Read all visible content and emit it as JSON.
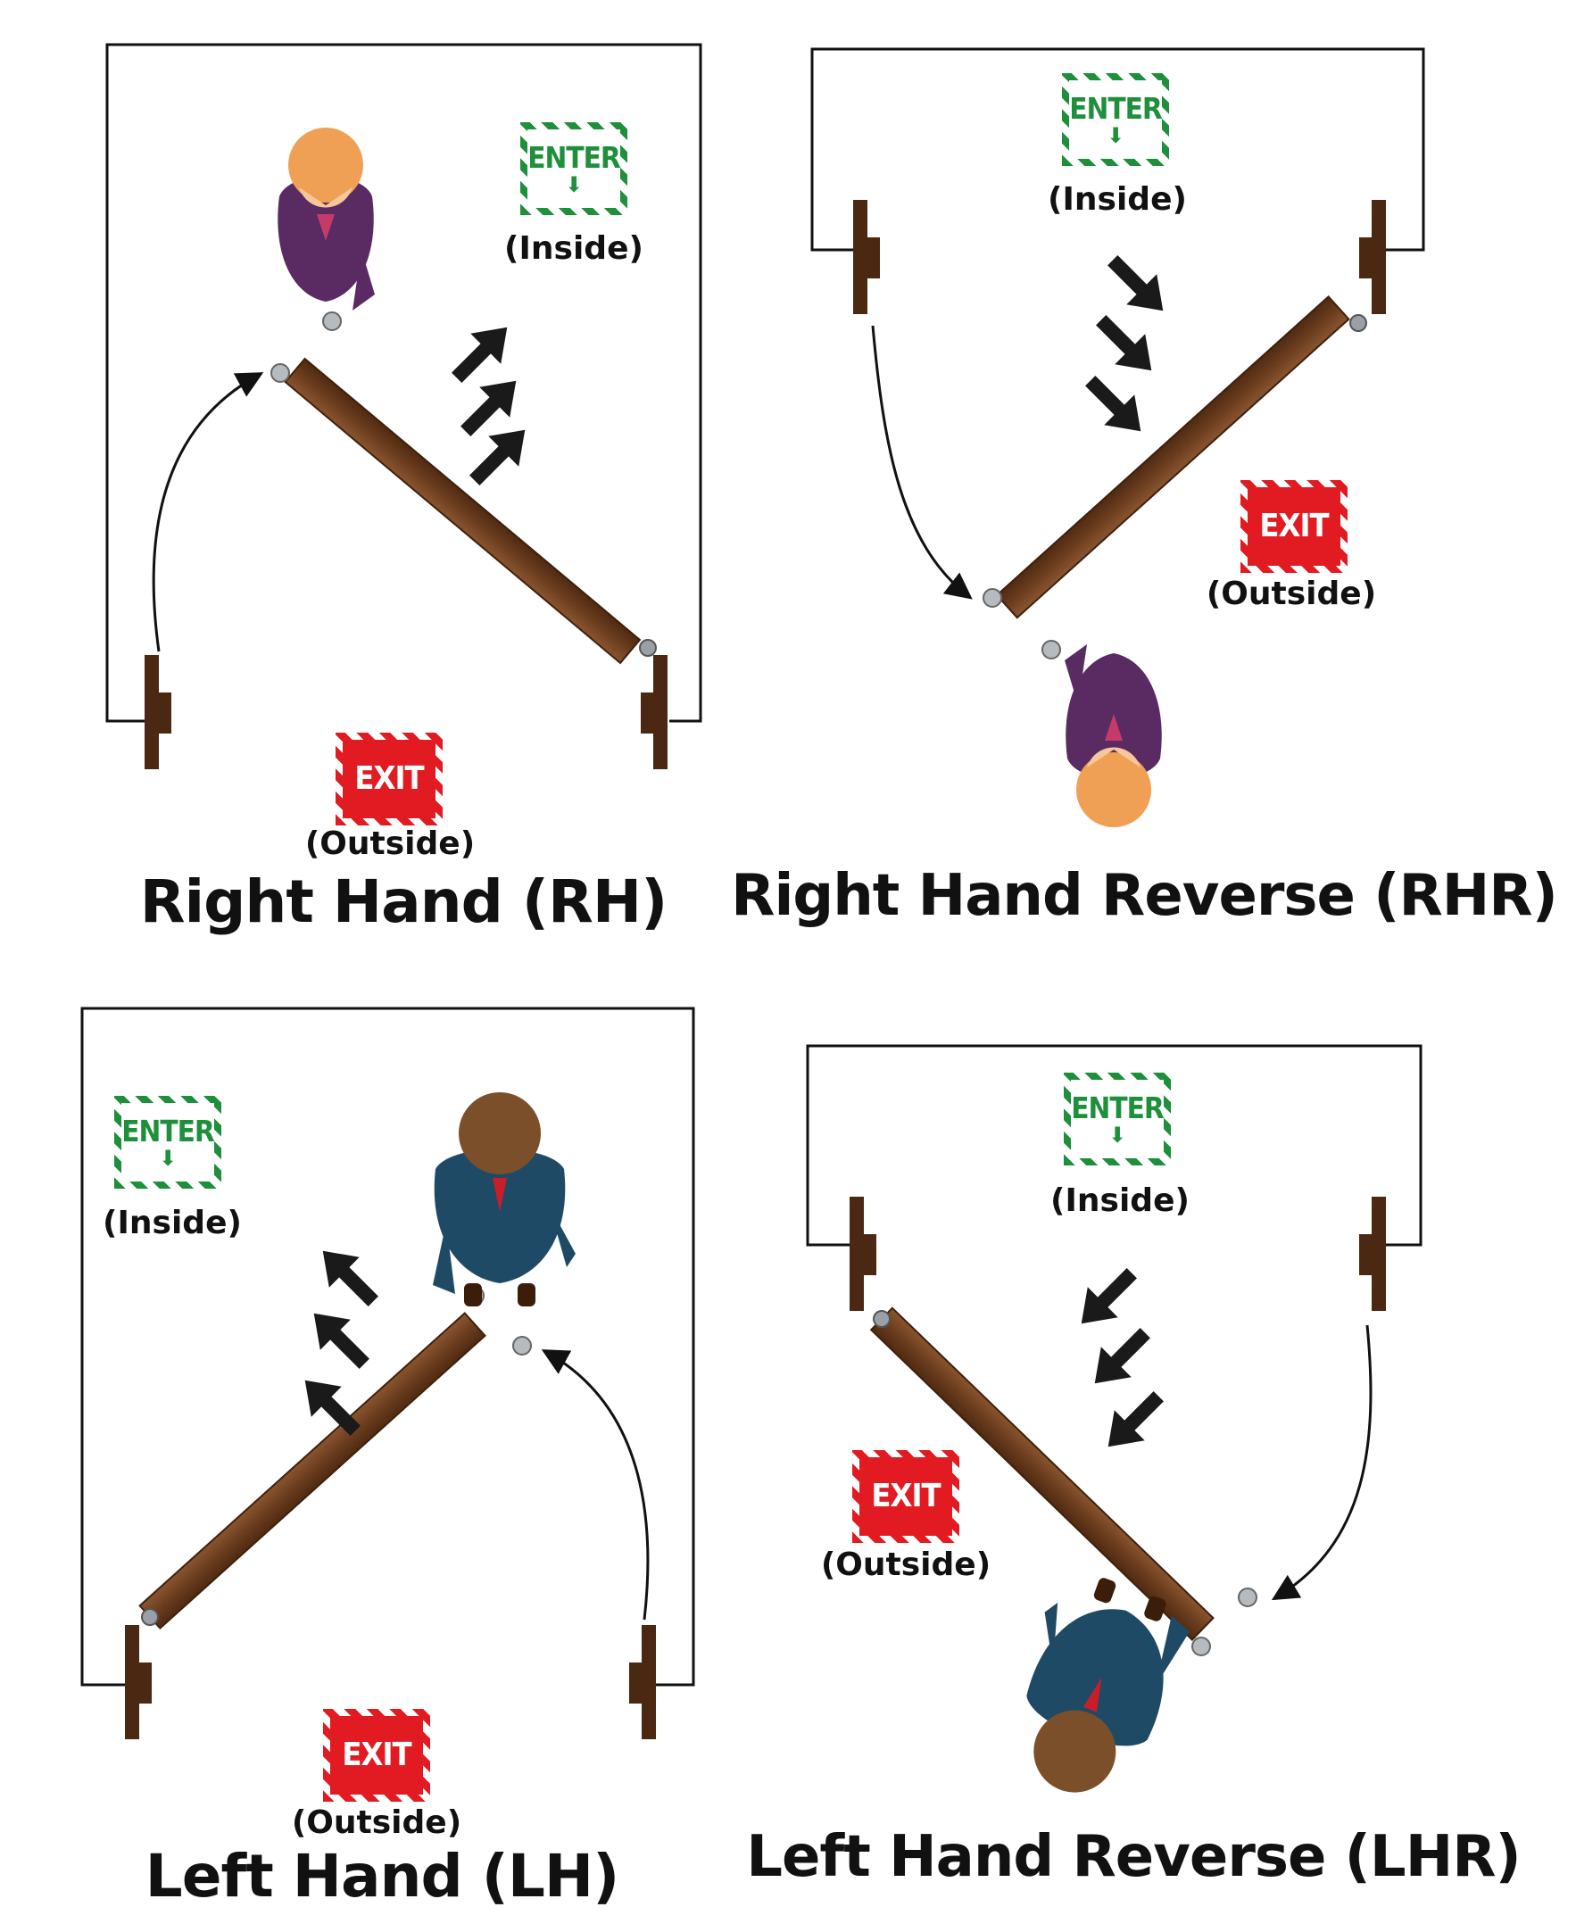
{
  "panels": [
    {
      "id": "rh",
      "title": "Right Hand (RH)",
      "enter_sign": "ENTER",
      "enter_label": "(Inside)",
      "exit_sign": "EXIT",
      "exit_label": "(Outside)"
    },
    {
      "id": "rhr",
      "title": "Right Hand Reverse (RHR)",
      "enter_sign": "ENTER",
      "enter_label": "(Inside)",
      "exit_sign": "EXIT",
      "exit_label": "(Outside)"
    },
    {
      "id": "lh",
      "title": "Left Hand (LH)",
      "enter_sign": "ENTER",
      "enter_label": "(Inside)",
      "exit_sign": "EXIT",
      "exit_label": "(Outside)"
    },
    {
      "id": "lhr",
      "title": "Left Hand Reverse (LHR)",
      "enter_sign": "ENTER",
      "enter_label": "(Inside)",
      "exit_sign": "EXIT",
      "exit_label": "(Outside)"
    }
  ],
  "enter_arrow_icon": "down-arrow-icon",
  "colors": {
    "door_wood": "#6b3d1e",
    "frame_wood": "#4a2812",
    "enter_green": "#1e8f3a",
    "exit_red": "#e21b22",
    "woman_hair": "#f0a055",
    "woman_suit": "#5a2a62",
    "man_hair": "#7a4f2a",
    "man_suit": "#1f4a66"
  }
}
